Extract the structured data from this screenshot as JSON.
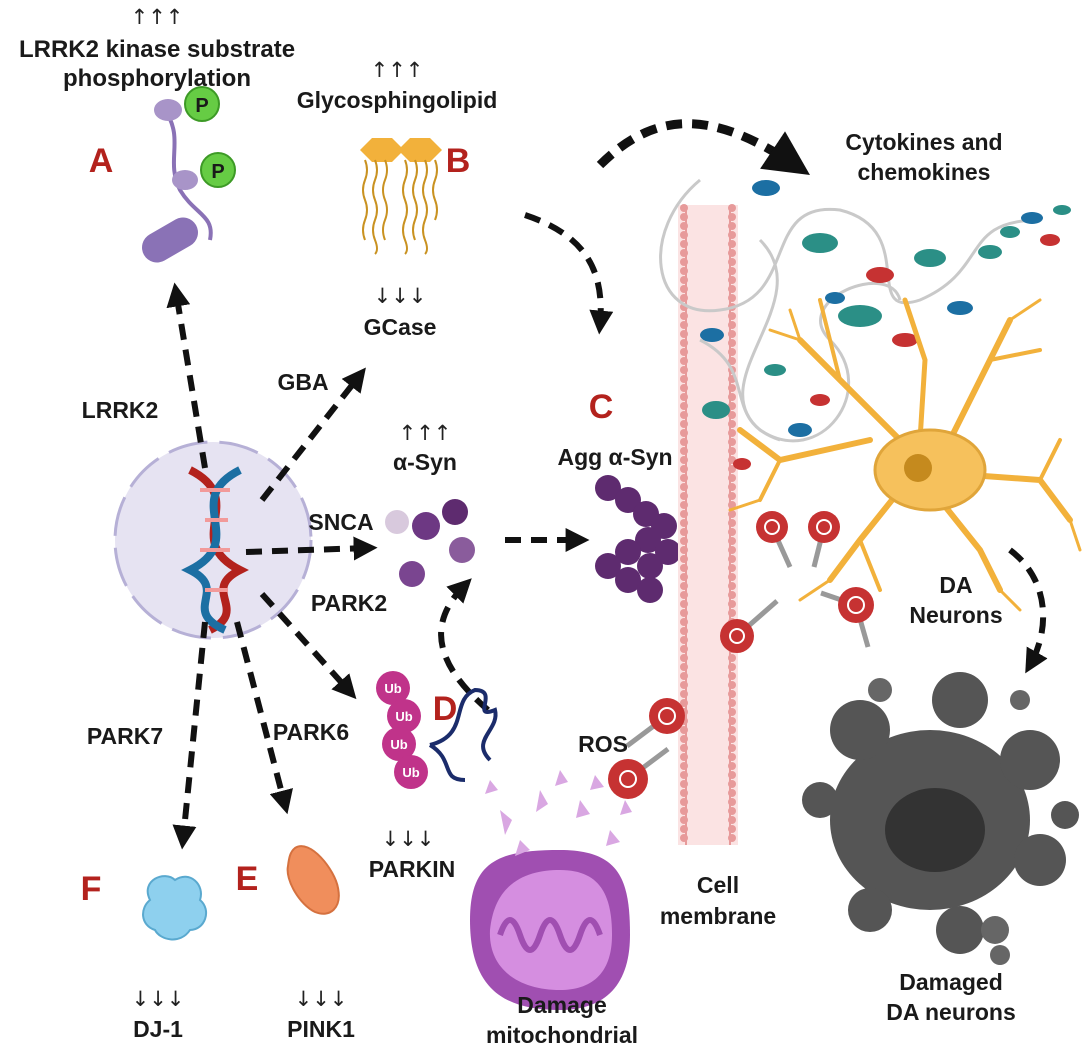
{
  "labels": {
    "lrrk2_sub_1": "LRRK2 kinase substrate",
    "lrrk2_sub_2": "phosphorylation",
    "glyco": "Glycosphingolipid",
    "gcase": "GCase",
    "asyn": "α-Syn",
    "agg_asyn": "Agg α-Syn",
    "cyto_1": "Cytokines and",
    "cyto_2": "chemokines",
    "da_1": "DA",
    "da_2": "Neurons",
    "damaged_1": "Damaged",
    "damaged_2": "DA neurons",
    "cell_1": "Cell",
    "cell_2": "membrane",
    "mito_1": "Damage",
    "mito_2": "mitochondrial",
    "ros": "ROS",
    "parkin": "PARKIN",
    "dj1": "DJ-1",
    "pink1": "PINK1",
    "p": "P",
    "ub": "Ub"
  },
  "genes": {
    "lrrk2": "LRRK2",
    "gba": "GBA",
    "snca": "SNCA",
    "park2": "PARK2",
    "park7": "PARK7",
    "park6": "PARK6"
  },
  "panel_letters": {
    "a": "A",
    "b": "B",
    "c": "C",
    "d": "D",
    "e": "E",
    "f": "F"
  },
  "indicators": {
    "up": "↑↑↑",
    "down": "↓↓↓"
  },
  "colors": {
    "letter_red": "#b3221d",
    "neuron_gold": "#f2b13b",
    "membrane_pink": "#e79a9a",
    "asyn_purple": "#5e2b6f",
    "mito_purple": "#a04fb1",
    "damaged_gray": "#555555"
  }
}
